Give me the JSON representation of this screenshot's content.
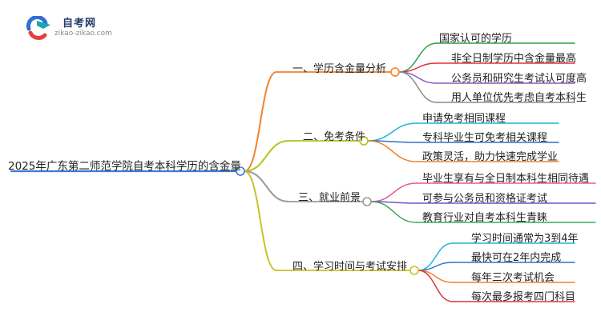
{
  "logo": {
    "name": "自考网",
    "url": "zikao-zikao.com",
    "colors": {
      "blue": "#2f6fd6",
      "red": "#e2403a",
      "teal": "#1aa6b0"
    }
  },
  "mindmap": {
    "root": {
      "label": "2025年广东第二师范学院自考本科学历的含金量",
      "color": "#3a7bd5"
    },
    "branches": [
      {
        "label": "一、学历含金量分析",
        "color": "#f0832c",
        "leaves": [
          {
            "label": "国家认可的学历",
            "color": "#2e9e4a"
          },
          {
            "label": "非全日制学历中含金量最高",
            "color": "#e0323c"
          },
          {
            "label": "公务员和研究生考试认可度高",
            "color": "#8e57c4"
          },
          {
            "label": "用人单位优先考虑自考本科生",
            "color": "#8c8c8c"
          }
        ]
      },
      {
        "label": "二、免考条件",
        "color": "#b5c21f",
        "leaves": [
          {
            "label": "申请免考相同课程",
            "color": "#1fb5d6"
          },
          {
            "label": "专科毕业生可免考相关课程",
            "color": "#2e74c9"
          },
          {
            "label": "政策灵活，助力快速完成学业",
            "color": "#f0832c"
          }
        ]
      },
      {
        "label": "三、就业前景",
        "color": "#9a9a9a",
        "leaves": [
          {
            "label": "毕业生享有与全日制本科生相同待遇",
            "color": "#e8589a"
          },
          {
            "label": "可参与公务员和资格证考试",
            "color": "#6a57c9"
          },
          {
            "label": "教育行业对自考本科生青睐",
            "color": "#3aaa5a"
          }
        ]
      },
      {
        "label": "四、学习时间与考试安排",
        "color": "#c8c22a",
        "leaves": [
          {
            "label": "学习时间通常为3到4年",
            "color": "#1fb5d6"
          },
          {
            "label": "最快可在2年内完成",
            "color": "#2e74c9"
          },
          {
            "label": "每年三次考试机会",
            "color": "#f0832c"
          },
          {
            "label": "每次最多报考四门科目",
            "color": "#e0323c"
          }
        ]
      }
    ]
  }
}
